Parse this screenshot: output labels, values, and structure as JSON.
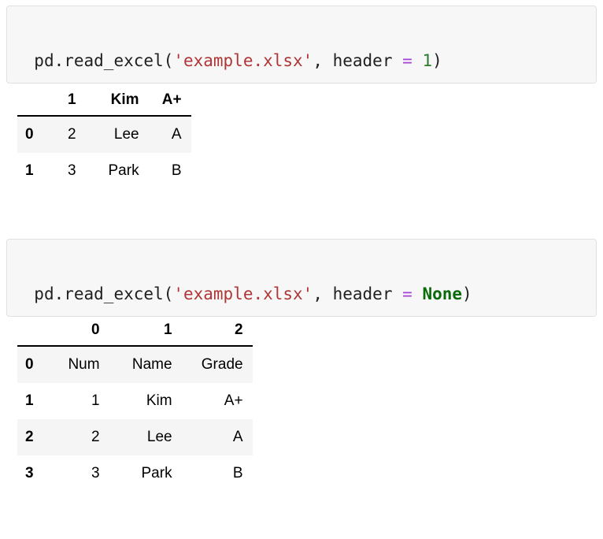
{
  "notebook": {
    "cells": [
      {
        "id": "cell-1",
        "tokens": [
          {
            "text": "pd.read_excel(",
            "type": "plain"
          },
          {
            "text": "'example.xlsx'",
            "type": "string"
          },
          {
            "text": ", header ",
            "type": "plain"
          },
          {
            "text": "=",
            "type": "op"
          },
          {
            "text": " ",
            "type": "plain"
          },
          {
            "text": "1",
            "type": "num"
          },
          {
            "text": ")",
            "type": "plain"
          }
        ],
        "source": "pd.read_excel('example.xlsx', header = 1)"
      },
      {
        "id": "cell-2",
        "tokens": [
          {
            "text": "pd.read_excel(",
            "type": "plain"
          },
          {
            "text": "'example.xlsx'",
            "type": "string"
          },
          {
            "text": ", header ",
            "type": "plain"
          },
          {
            "text": "=",
            "type": "op"
          },
          {
            "text": " ",
            "type": "plain"
          },
          {
            "text": "None",
            "type": "const"
          },
          {
            "text": ")",
            "type": "plain"
          }
        ],
        "source": "pd.read_excel('example.xlsx', header = None)"
      }
    ],
    "outputs": [
      {
        "id": "df-1",
        "index_header": "",
        "columns": [
          "1",
          "Kim",
          "A+"
        ],
        "index": [
          "0",
          "1"
        ],
        "rows": [
          [
            "2",
            "Lee",
            "A"
          ],
          [
            "3",
            "Park",
            "B"
          ]
        ]
      },
      {
        "id": "df-2",
        "index_header": "",
        "columns": [
          "0",
          "1",
          "2"
        ],
        "index": [
          "0",
          "1",
          "2",
          "3"
        ],
        "rows": [
          [
            "Num",
            "Name",
            "Grade"
          ],
          [
            "1",
            "Kim",
            "A+"
          ],
          [
            "2",
            "Lee",
            "A"
          ],
          [
            "3",
            "Park",
            "B"
          ]
        ]
      }
    ]
  },
  "colors": {
    "cell_background": "#f7f7f7",
    "cell_border": "#e0e0e0",
    "string": "#b03636",
    "operator": "#a641d6",
    "number": "#2b7a2b",
    "constant": "#0a6b0a",
    "row_stripe": "#f5f5f5",
    "text": "#000000"
  }
}
